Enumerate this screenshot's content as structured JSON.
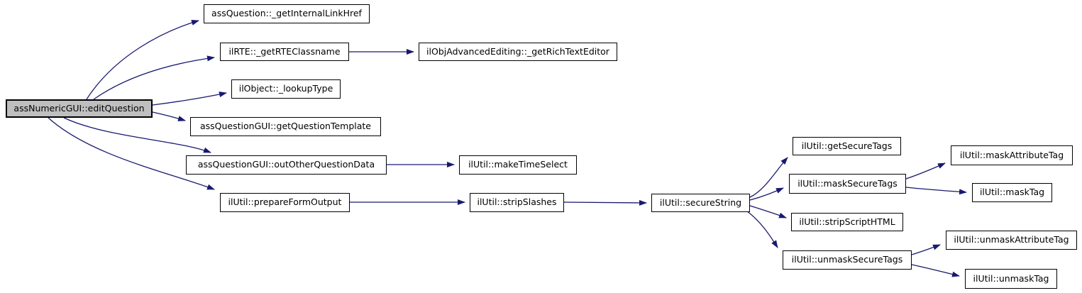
{
  "diagram": {
    "type": "call-graph",
    "root": "assNumericGUI::editQuestion",
    "colors": {
      "background": "#ffffff",
      "edge": "#191970",
      "node_fill": "#ffffff",
      "node_border": "#000000",
      "root_node_fill": "#bfbfbf",
      "text": "#000000"
    },
    "nodes": [
      {
        "id": "edit-question",
        "label": "assNumericGUI::editQuestion"
      },
      {
        "id": "get-internal-link-href",
        "label": "assQuestion::_getInternalLinkHref"
      },
      {
        "id": "get-rte-classname",
        "label": "ilRTE::_getRTEClassname"
      },
      {
        "id": "get-rich-text-editor",
        "label": "ilObjAdvancedEditing::_getRichTextEditor"
      },
      {
        "id": "lookup-type",
        "label": "ilObject::_lookupType"
      },
      {
        "id": "get-question-template",
        "label": "assQuestionGUI::getQuestionTemplate"
      },
      {
        "id": "out-other-question-data",
        "label": "assQuestionGUI::outOtherQuestionData"
      },
      {
        "id": "make-time-select",
        "label": "ilUtil::makeTimeSelect"
      },
      {
        "id": "prepare-form-output",
        "label": "ilUtil::prepareFormOutput"
      },
      {
        "id": "strip-slashes",
        "label": "ilUtil::stripSlashes"
      },
      {
        "id": "secure-string",
        "label": "ilUtil::secureString"
      },
      {
        "id": "get-secure-tags",
        "label": "ilUtil::getSecureTags"
      },
      {
        "id": "mask-secure-tags",
        "label": "ilUtil::maskSecureTags"
      },
      {
        "id": "mask-attribute-tag",
        "label": "ilUtil::maskAttributeTag"
      },
      {
        "id": "mask-tag",
        "label": "ilUtil::maskTag"
      },
      {
        "id": "strip-script-html",
        "label": "ilUtil::stripScriptHTML"
      },
      {
        "id": "unmask-secure-tags",
        "label": "ilUtil::unmaskSecureTags"
      },
      {
        "id": "unmask-attribute-tag",
        "label": "ilUtil::unmaskAttributeTag"
      },
      {
        "id": "unmask-tag",
        "label": "ilUtil::unmaskTag"
      }
    ],
    "edges": [
      {
        "from": "edit-question",
        "to": "get-internal-link-href"
      },
      {
        "from": "edit-question",
        "to": "get-rte-classname"
      },
      {
        "from": "edit-question",
        "to": "lookup-type"
      },
      {
        "from": "edit-question",
        "to": "get-question-template"
      },
      {
        "from": "edit-question",
        "to": "out-other-question-data"
      },
      {
        "from": "edit-question",
        "to": "prepare-form-output"
      },
      {
        "from": "get-rte-classname",
        "to": "get-rich-text-editor"
      },
      {
        "from": "out-other-question-data",
        "to": "make-time-select"
      },
      {
        "from": "prepare-form-output",
        "to": "strip-slashes"
      },
      {
        "from": "strip-slashes",
        "to": "secure-string"
      },
      {
        "from": "secure-string",
        "to": "get-secure-tags"
      },
      {
        "from": "secure-string",
        "to": "mask-secure-tags"
      },
      {
        "from": "secure-string",
        "to": "strip-script-html"
      },
      {
        "from": "secure-string",
        "to": "unmask-secure-tags"
      },
      {
        "from": "mask-secure-tags",
        "to": "mask-attribute-tag"
      },
      {
        "from": "mask-secure-tags",
        "to": "mask-tag"
      },
      {
        "from": "unmask-secure-tags",
        "to": "unmask-attribute-tag"
      },
      {
        "from": "unmask-secure-tags",
        "to": "unmask-tag"
      }
    ]
  }
}
